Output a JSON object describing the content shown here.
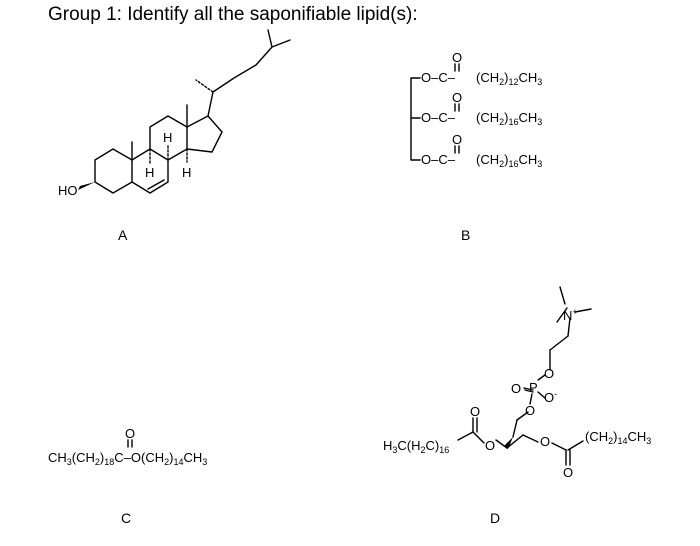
{
  "question": {
    "title": "Group 1: Identify all the saponifiable lipid(s):"
  },
  "structures": {
    "a": {
      "label": "A",
      "ho": "HO",
      "h1": "H",
      "h2": "H",
      "h3": "H"
    },
    "b": {
      "label": "B",
      "ester_o": "O",
      "link": "O–C–",
      "chain1_pre": "(CH",
      "chain1_n": "12",
      "chain1_post": "CH",
      "chain2_pre": "(CH",
      "chain2_n": "16",
      "chain2_post": "CH",
      "chain3_pre": "(CH",
      "chain3_n": "16",
      "chain3_post": "CH",
      "sub2": "2",
      "sub3": "3",
      "close": ")"
    },
    "c": {
      "label": "C",
      "carbonyl_o": "O",
      "formula_a": "CH",
      "formula_b": "(CH",
      "formula_c": ")",
      "formula_d": "C–O(CH",
      "formula_e": ")",
      "formula_f": "CH",
      "n18": "18",
      "n14": "14",
      "s2": "2",
      "s3": "3"
    },
    "d": {
      "label": "D",
      "left_chain_a": "H",
      "left_chain_b": "C(H",
      "left_chain_c": "C)",
      "n16": "16",
      "s2": "2",
      "s3": "3",
      "right_chain_a": "(CH",
      "right_chain_b": ")",
      "right_chain_c": "CH",
      "n14": "14",
      "o": "O",
      "p": "P",
      "o_minus": "O",
      "minus": "-",
      "n_plus": "N",
      "plus": "+"
    }
  }
}
